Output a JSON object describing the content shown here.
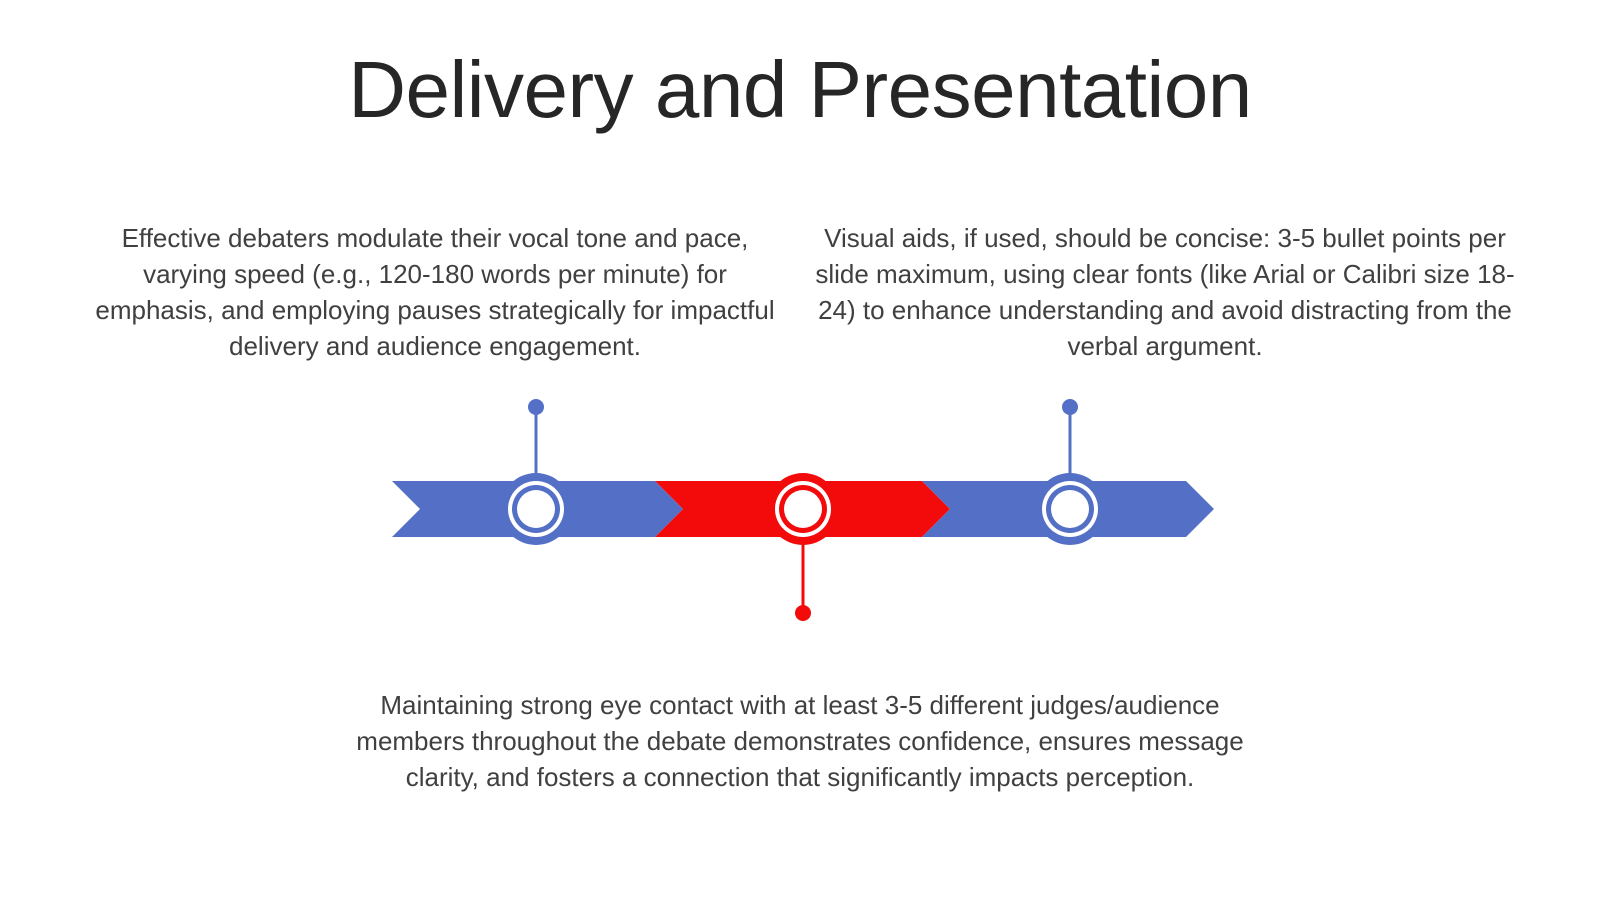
{
  "slide": {
    "title": "Delivery and Presentation"
  },
  "diagram": {
    "type": "timeline",
    "colors": {
      "primary": "#5470c6",
      "accent": "#f30b0b",
      "marker_fill": "#ffffff"
    },
    "milestones": [
      {
        "id": "vocal-delivery",
        "color": "primary",
        "connector": "up",
        "text": "Effective debaters modulate their vocal tone and pace, varying speed (e.g., 120-180 words per minute) for emphasis, and employing pauses strategically for impactful delivery and audience engagement."
      },
      {
        "id": "eye-contact",
        "color": "accent",
        "connector": "down",
        "text": "Maintaining strong eye contact with at least 3-5 different judges/audience members throughout the debate demonstrates confidence, ensures message clarity, and fosters a connection that significantly impacts perception."
      },
      {
        "id": "visual-aids",
        "color": "primary",
        "connector": "up",
        "text": "Visual aids, if used, should be concise:  3-5 bullet points per slide maximum, using clear fonts (like Arial or Calibri size 18-24) to enhance understanding and avoid distracting from the verbal argument."
      }
    ]
  }
}
